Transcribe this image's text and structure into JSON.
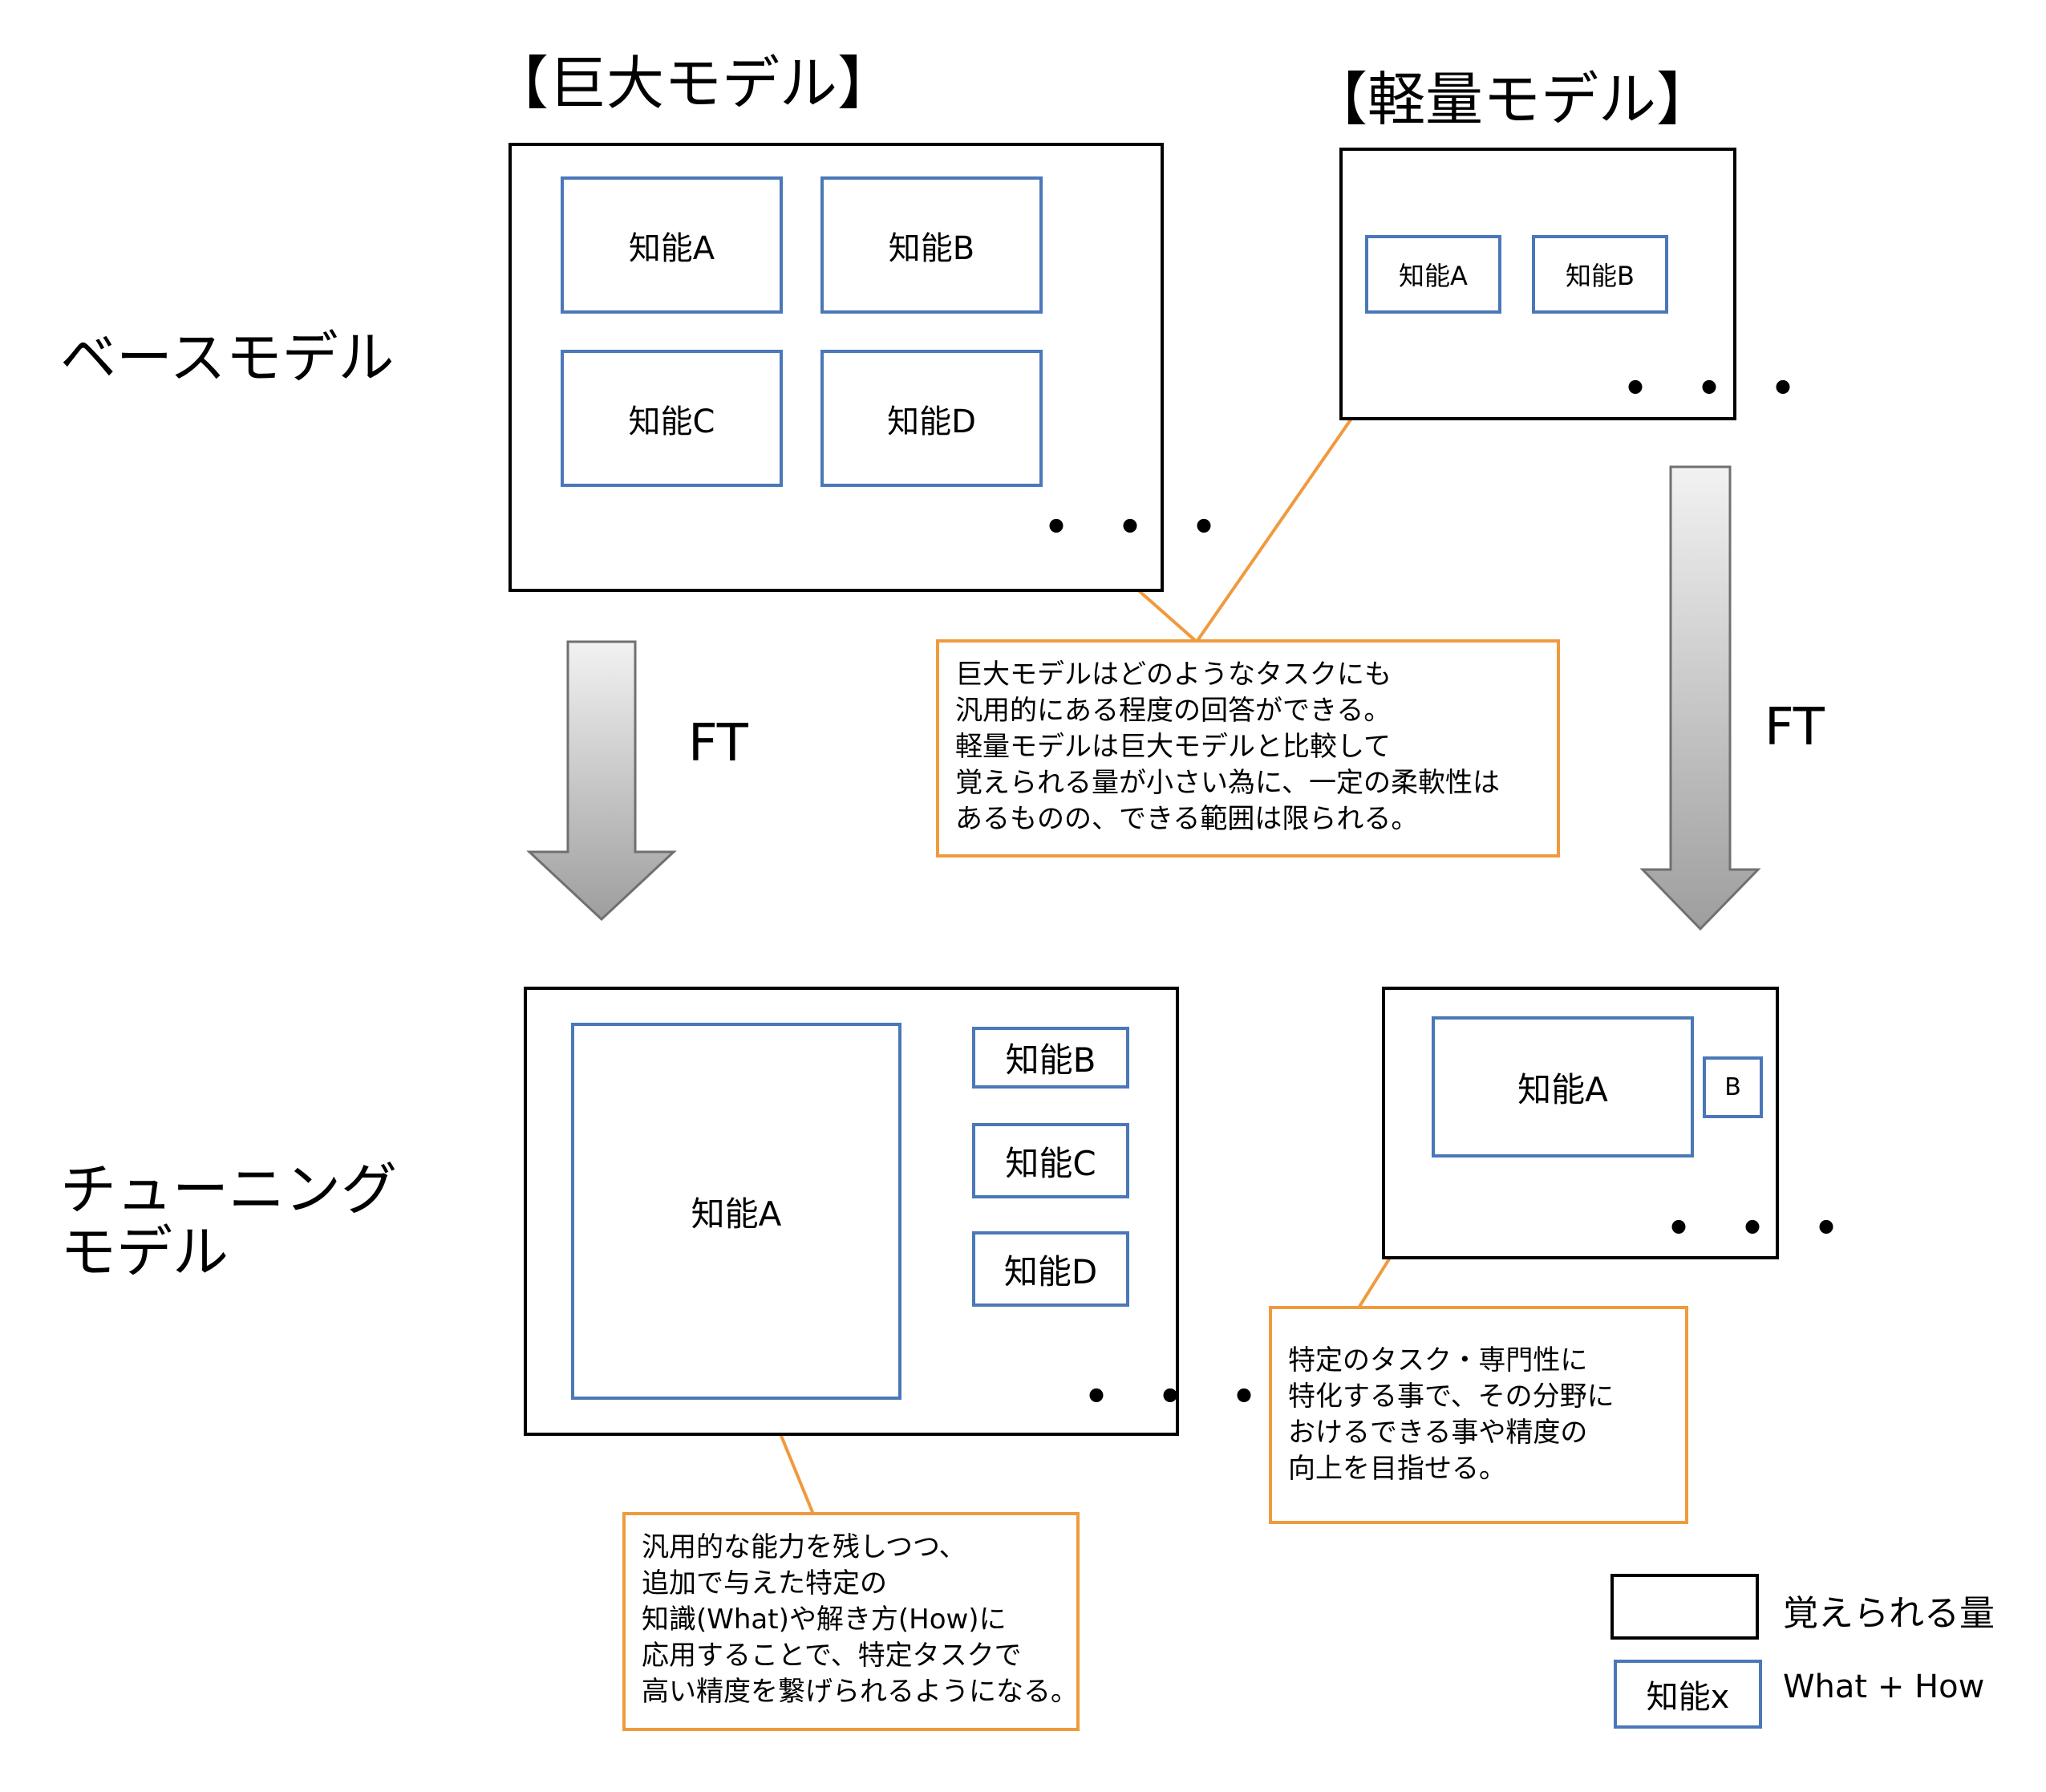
{
  "headings": {
    "large": "【巨大モデル】",
    "light": "【軽量モデル】"
  },
  "rows": {
    "base": "ベースモデル",
    "tuned_line1": "チューニング",
    "tuned_line2": "モデル"
  },
  "ft_label": "FT",
  "ellipsis": "・・・",
  "large_base": {
    "skills": [
      "知能A",
      "知能B",
      "知能C",
      "知能D"
    ]
  },
  "light_base": {
    "skills": [
      "知能A",
      "知能B"
    ]
  },
  "large_tuned": {
    "main": "知能A",
    "others": [
      "知能B",
      "知能C",
      "知能D"
    ]
  },
  "light_tuned": {
    "main": "知能A",
    "other": "B"
  },
  "callouts": {
    "compare": [
      "巨大モデルはどのようなタスクにも",
      "汎用的にある程度の回答ができる。",
      "軽量モデルは巨大モデルと比較して",
      "覚えられる量が小さい為に、一定の柔軟性は",
      "あるものの、できる範囲は限られる。"
    ],
    "large_tuned": [
      "汎用的な能力を残しつつ、",
      "追加で与えた特定の",
      "知識(What)や解き方(How)に",
      "応用することで、特定タスクで",
      "高い精度を繋げられるようになる。"
    ],
    "light_tuned": [
      "特定のタスク・専門性に",
      "特化する事で、その分野に",
      "おけるできる事や精度の",
      "向上を目指せる。"
    ]
  },
  "legend": {
    "memory_label": "覚えられる量",
    "skill_box": "知能x",
    "skill_label": "What + How"
  },
  "colors": {
    "skill_border": "#4a78b8",
    "callout_border": "#f09a3e",
    "arrow_gradient": [
      "#f2f2f2",
      "#9e9e9e"
    ]
  }
}
